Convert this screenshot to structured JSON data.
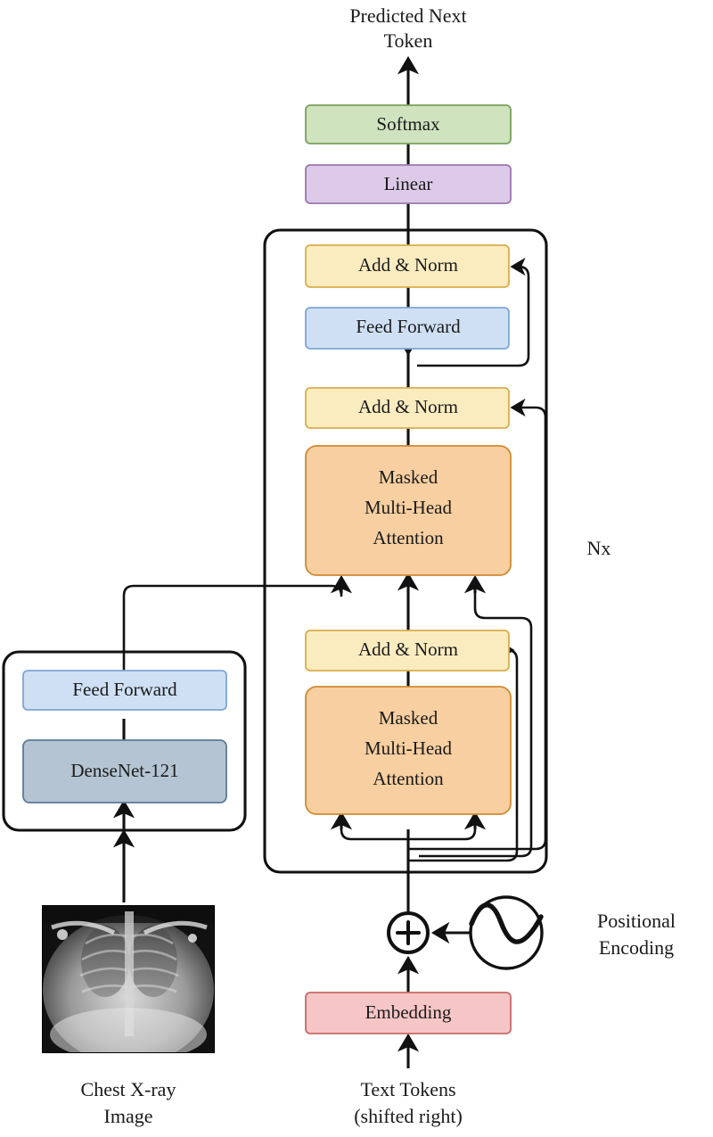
{
  "diagram": {
    "title_text": "Predicted Next Token",
    "blocks": {
      "softmax": "Softmax",
      "linear": "Linear",
      "add_norm_top": "Add & Norm",
      "feed_forward_dec": "Feed Forward",
      "add_norm_mid": "Add & Norm",
      "cross_attention": [
        "Masked",
        "Multi-Head",
        "Attention"
      ],
      "add_norm_bottom": "Add & Norm",
      "self_attention": [
        "Masked",
        "Multi-Head",
        "Attention"
      ],
      "feed_forward_enc": "Feed Forward",
      "densenet": "DenseNet-121",
      "embedding": "Embedding"
    },
    "labels": {
      "output_line1": "Predicted Next",
      "output_line2": "Token",
      "repeat": "Nx",
      "positional_line1": "Positional",
      "positional_line2": "Encoding",
      "image_line1": "Chest X-ray",
      "image_line2": "Image",
      "tokens_line1": "Text Tokens",
      "tokens_line2": "(shifted right)"
    },
    "colors": {
      "softmax_fill": "#cfe3bf",
      "softmax_stroke": "#7aa05a",
      "linear_fill": "#ddc9e8",
      "linear_stroke": "#9a77b0",
      "addnorm_fill": "#fbecc0",
      "addnorm_stroke": "#d9ad4a",
      "feedforward_fill": "#cfe0f5",
      "feedforward_stroke": "#7fa6d4",
      "attention_fill": "#f7cfa0",
      "attention_stroke": "#d18a33",
      "densenet_fill": "#b4c4d3",
      "densenet_stroke": "#5b7b95",
      "embedding_fill": "#f6c6c6",
      "embedding_stroke": "#c96a6a",
      "line": "#111111"
    }
  }
}
